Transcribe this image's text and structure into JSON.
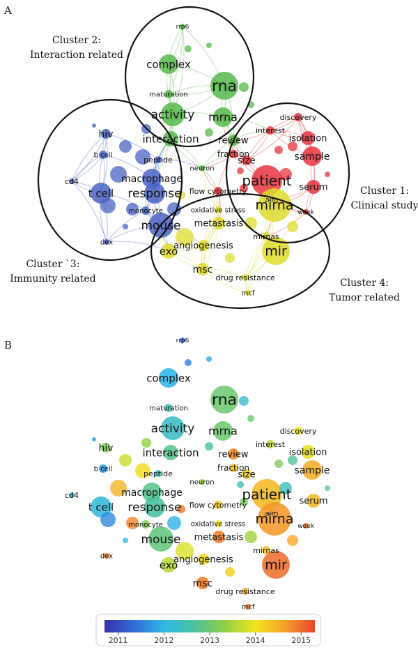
{
  "panels": {
    "a": "A",
    "b": "B"
  },
  "colors": {
    "cluster1": "#e8343e",
    "cluster2": "#55b849",
    "cluster3": "#4a63c4",
    "cluster4": "#dedc2c",
    "scale": [
      "#3a2ea8",
      "#2f6fd6",
      "#2fb8e6",
      "#4cc39a",
      "#8fcf46",
      "#f2e61c",
      "#f5a02a",
      "#e8462e"
    ]
  },
  "clusters": [
    {
      "id": "c1",
      "line1": "Cluster 1:",
      "line2": "Clinical study"
    },
    {
      "id": "c2",
      "line1": "Cluster 2:",
      "line2": "Interaction related"
    },
    {
      "id": "c3",
      "line1": "Cluster `3:",
      "line2": "Immunity related"
    },
    {
      "id": "c4",
      "line1": "Cluster 4:",
      "line2": "Tumor related"
    }
  ],
  "terms": [
    {
      "id": "rrp6",
      "label": "rrp6",
      "cluster": 2,
      "year": 2011.3
    },
    {
      "id": "complex",
      "label": "complex",
      "cluster": 2,
      "year": 2012.0
    },
    {
      "id": "rna",
      "label": "rna",
      "cluster": 2,
      "year": 2013.0
    },
    {
      "id": "maturation",
      "label": "maturation",
      "cluster": 2,
      "year": 2012.5
    },
    {
      "id": "activity",
      "label": "activity",
      "cluster": 2,
      "year": 2012.3
    },
    {
      "id": "mrna",
      "label": "mrna",
      "cluster": 2,
      "year": 2013.0
    },
    {
      "id": "interaction",
      "label": "interaction",
      "cluster": 2,
      "year": 2012.8
    },
    {
      "id": "review",
      "label": "review",
      "cluster": 2,
      "year": 2014.8
    },
    {
      "id": "fraction",
      "label": "fraction",
      "cluster": 1,
      "year": 2014.3
    },
    {
      "id": "neuron",
      "label": "neuron",
      "cluster": 2,
      "year": 2013.4
    },
    {
      "id": "discovery",
      "label": "discovery",
      "cluster": 1,
      "year": 2014.0
    },
    {
      "id": "interest",
      "label": "interest",
      "cluster": 1,
      "year": 2013.6
    },
    {
      "id": "isolation",
      "label": "isolation",
      "cluster": 1,
      "year": 2013.9
    },
    {
      "id": "sample",
      "label": "sample",
      "cluster": 1,
      "year": 2014.5
    },
    {
      "id": "size",
      "label": "size",
      "cluster": 1,
      "year": 2014.2
    },
    {
      "id": "patient",
      "label": "patient",
      "cluster": 1,
      "year": 2014.4
    },
    {
      "id": "serum",
      "label": "serum",
      "cluster": 1,
      "year": 2014.4
    },
    {
      "id": "aim",
      "label": "aim",
      "cluster": 1,
      "year": 2014.6
    },
    {
      "id": "week",
      "label": "week",
      "cluster": 1,
      "year": 2015.0
    },
    {
      "id": "hiv",
      "label": "hiv",
      "cluster": 3,
      "year": 2013.2
    },
    {
      "id": "bcell",
      "label": "b cell",
      "cluster": 3,
      "year": 2011.7
    },
    {
      "id": "peptide",
      "label": "peptide",
      "cluster": 3,
      "year": 2012.4
    },
    {
      "id": "cd4",
      "label": "cd4",
      "cluster": 3,
      "year": 2012.0
    },
    {
      "id": "tcell",
      "label": "t cell",
      "cluster": 3,
      "year": 2012.1
    },
    {
      "id": "macrophage",
      "label": "macrophage",
      "cluster": 3,
      "year": 2012.8
    },
    {
      "id": "response",
      "label": "response",
      "cluster": 3,
      "year": 2012.6
    },
    {
      "id": "monocyte",
      "label": "monocyte",
      "cluster": 3,
      "year": 2013.2
    },
    {
      "id": "flowcyt",
      "label": "flow cytometry",
      "cluster": 1,
      "year": 2014.3
    },
    {
      "id": "dex",
      "label": "dex",
      "cluster": 3,
      "year": 2014.9
    },
    {
      "id": "mouse",
      "label": "mouse",
      "cluster": 3,
      "year": 2012.9
    },
    {
      "id": "oxstress",
      "label": "oxidative stress",
      "cluster": 4,
      "year": 2014.0
    },
    {
      "id": "mirna",
      "label": "mirna",
      "cluster": 4,
      "year": 2014.7
    },
    {
      "id": "metastasis",
      "label": "metastasis",
      "cluster": 4,
      "year": 2014.9
    },
    {
      "id": "mirnas",
      "label": "mirnas",
      "cluster": 4,
      "year": 2014.3
    },
    {
      "id": "exo",
      "label": "exo",
      "cluster": 4,
      "year": 2013.6
    },
    {
      "id": "angiogenesis",
      "label": "angiogenesis",
      "cluster": 4,
      "year": 2014.1
    },
    {
      "id": "mir",
      "label": "mir",
      "cluster": 4,
      "year": 2015.0
    },
    {
      "id": "msc",
      "label": "msc",
      "cluster": 4,
      "year": 2014.9
    },
    {
      "id": "drugres",
      "label": "drug resistance",
      "cluster": 4,
      "year": 2014.6
    },
    {
      "id": "mcf",
      "label": "mcf",
      "cluster": 4,
      "year": 2015.0
    }
  ],
  "colorbar": {
    "ticks": [
      "2011",
      "2012",
      "2013",
      "2014",
      "2015"
    ],
    "min": 2010.7,
    "max": 2015.3
  }
}
